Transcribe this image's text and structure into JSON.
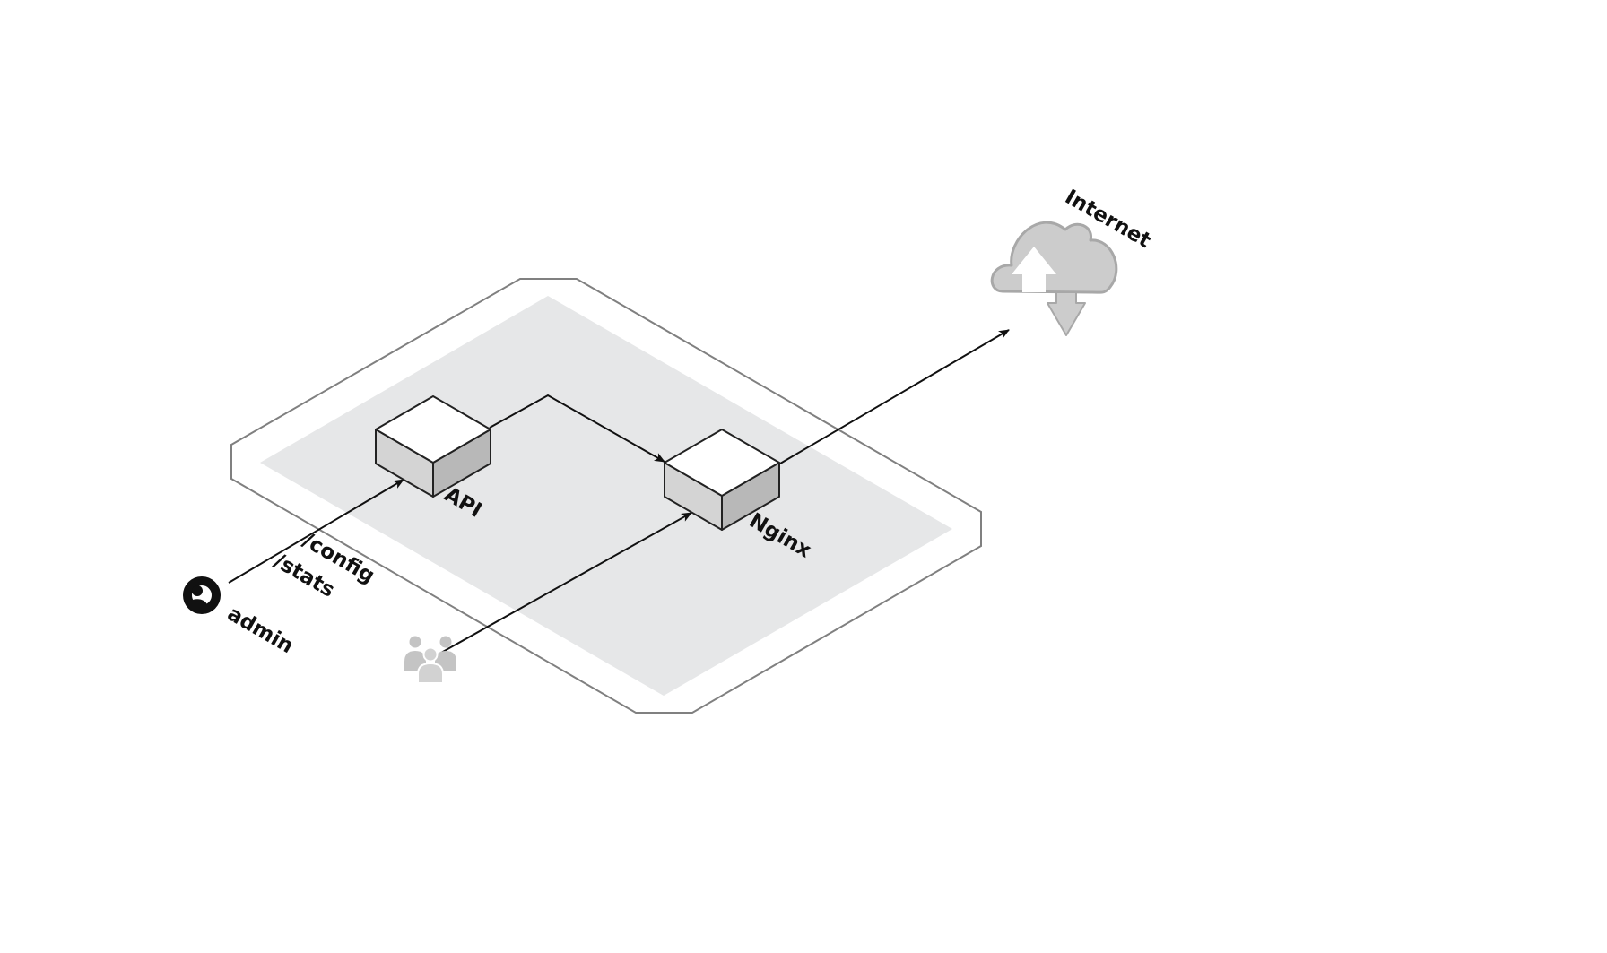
{
  "nodes": {
    "api": {
      "label": "API"
    },
    "nginx": {
      "label": "Nginx"
    },
    "internet": {
      "label": "Internet",
      "icon": "cloud-upload-download-icon"
    },
    "admin": {
      "label": "admin",
      "icon": "admin-user-icon"
    },
    "users": {
      "icon": "user-group-icon"
    }
  },
  "edges": {
    "admin_api": {
      "label_line1": "/config",
      "label_line2": "/stats"
    }
  },
  "colors": {
    "zone_fill": "#e6e7e8",
    "zone_border": "#808080",
    "cube_top": "#ffffff",
    "cube_left": "#d4d4d4",
    "cube_right": "#b8b8b8",
    "cloud": "#cccccc",
    "line": "#111111"
  }
}
